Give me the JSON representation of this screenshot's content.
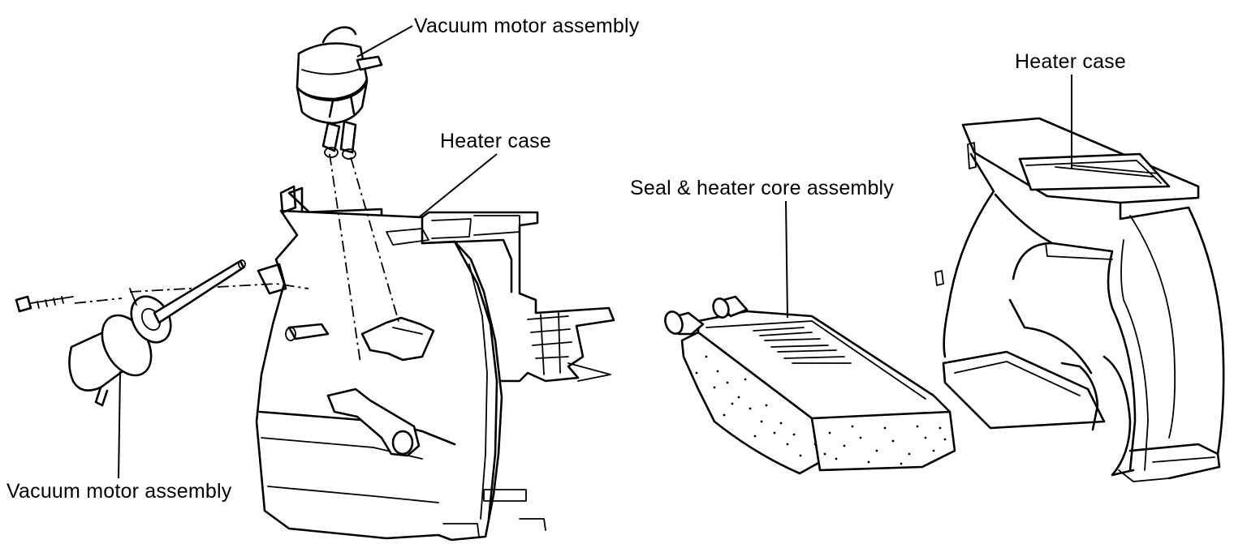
{
  "labels": {
    "vacuum_motor_top": "Vacuum motor assembly",
    "heater_case_left": "Heater case",
    "vacuum_motor_left": "Vacuum motor assembly",
    "seal_heater_core": "Seal & heater core assembly",
    "heater_case_right": "Heater case"
  },
  "colors": {
    "ink": "#000000",
    "paper": "#ffffff"
  }
}
